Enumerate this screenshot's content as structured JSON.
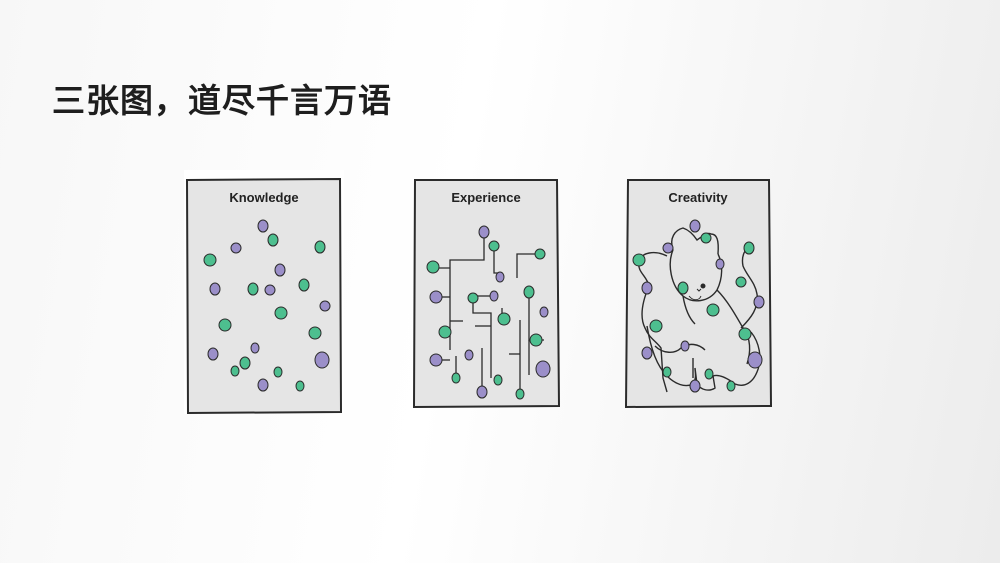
{
  "title": "三张图，道尽千言万语",
  "panels": {
    "knowledge": {
      "label": "Knowledge"
    },
    "experience": {
      "label": "Experience"
    },
    "creativity": {
      "label": "Creativity"
    }
  },
  "colors": {
    "panel_fill": "#e5e5e5",
    "line": "#2b2b2b",
    "green_dot": "#4dbf8f",
    "purple_dot": "#9b8fc9"
  }
}
